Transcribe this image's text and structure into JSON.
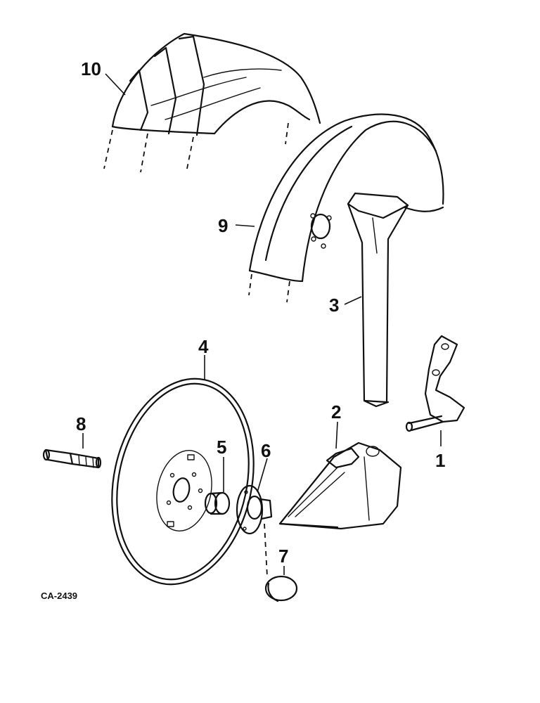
{
  "figure": {
    "reference_code": "CA-2439",
    "callouts": {
      "c1": "1",
      "c2": "2",
      "c3": "3",
      "c4": "4",
      "c5": "5",
      "c6": "6",
      "c7": "7",
      "c8": "8",
      "c9": "9",
      "c10": "10"
    }
  }
}
